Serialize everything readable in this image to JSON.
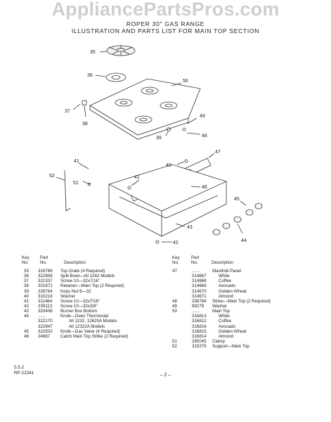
{
  "watermark": "AppliancePartsPros.com",
  "title_line1": "ROPER 30\" GAS RANGE",
  "title_line2": "ILLUSTRATION AND PARTS LIST FOR MAIN TOP SECTION",
  "callouts": [
    "35",
    "36",
    "50",
    "37",
    "38",
    "39",
    "49",
    "48",
    "47",
    "40",
    "41",
    "41",
    "52",
    "51",
    "46",
    "45",
    "43",
    "44",
    "42"
  ],
  "headers": {
    "key_no": [
      "Key",
      "No."
    ],
    "part_no": [
      "Part",
      "No."
    ],
    "description": "Description"
  },
  "left_rows": [
    [
      "35",
      "316786",
      "Top Grate (4 Required)"
    ],
    [
      "36",
      "322808",
      "Spill Bowl—All 1262 Models"
    ],
    [
      "37",
      "321337",
      "Screw 10—32x7/16\""
    ],
    [
      "38",
      "301672",
      "Retainer—Main Top (2 Required)"
    ],
    [
      "39",
      "239764",
      "Keps Nut 8—32"
    ],
    [
      "40",
      "310218",
      "Washer"
    ],
    [
      "41",
      "311484",
      "Screw 10—32x7/16\""
    ],
    [
      "42",
      "239113",
      "Screw 10—32x3/8\""
    ],
    [
      "43",
      "320408",
      "Burner Box Bottom"
    ],
    [
      "44",
      ".......",
      "Knob—Oven Thermostat"
    ],
    [
      "",
      "322170",
      "All 1232, 12620A Models"
    ],
    [
      "",
      "322947",
      "All 12322A Models"
    ],
    [
      "45",
      "322502",
      "Knob—Gas Valve (4 Required)"
    ],
    [
      "46",
      "24667",
      "Catch Main Top Strike (2 Required)"
    ]
  ],
  "right_rows": [
    [
      "47",
      ".......",
      "Manifold Panel"
    ],
    [
      "",
      "314667",
      "White"
    ],
    [
      "",
      "314868",
      "Coffee"
    ],
    [
      "",
      "314669",
      "Avocado"
    ],
    [
      "",
      "314670",
      "Golden Wheat"
    ],
    [
      "",
      "314671",
      "Almond"
    ],
    [
      "48",
      "298784",
      "Strike—Main Top (2 Required)"
    ],
    [
      "49",
      "99279",
      "Washer"
    ],
    [
      "50",
      ".......",
      "Main Top"
    ],
    [
      "",
      "316813",
      "White"
    ],
    [
      "",
      "316812",
      "Coffee"
    ],
    [
      "",
      "316816",
      "Avocado"
    ],
    [
      "",
      "316815",
      "Golden Wheat"
    ],
    [
      "",
      "316814",
      "Almond"
    ],
    [
      "51",
      "285045",
      "Clamp"
    ],
    [
      "52",
      "315379",
      "Support—Main Top"
    ]
  ],
  "footer_code1": "5.5.2",
  "footer_code2": "RP 22341",
  "page_number": "– 2 –"
}
